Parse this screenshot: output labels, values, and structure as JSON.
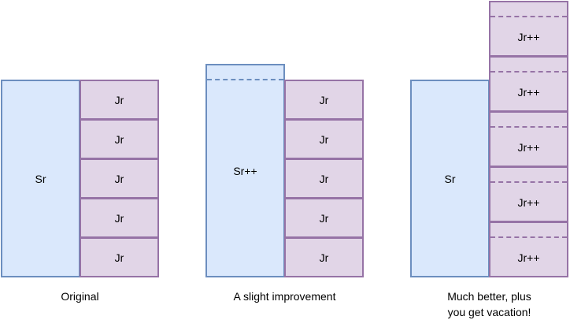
{
  "original": {
    "senior_label": "Sr",
    "junior_labels": [
      "Jr",
      "Jr",
      "Jr",
      "Jr",
      "Jr"
    ],
    "caption": "Original"
  },
  "improvement": {
    "senior_label": "Sr++",
    "junior_labels": [
      "Jr",
      "Jr",
      "Jr",
      "Jr",
      "Jr"
    ],
    "caption": "A slight improvement"
  },
  "better": {
    "senior_label": "Sr",
    "junior_labels": [
      "Jr++",
      "Jr++",
      "Jr++",
      "Jr++",
      "Jr++"
    ],
    "caption_line1": "Much better, plus",
    "caption_line2": "you get vacation!"
  },
  "colors": {
    "senior_fill": "#dae8fc",
    "senior_stroke": "#6c8ebf",
    "junior_fill": "#e1d5e7",
    "junior_stroke": "#9673a6"
  }
}
